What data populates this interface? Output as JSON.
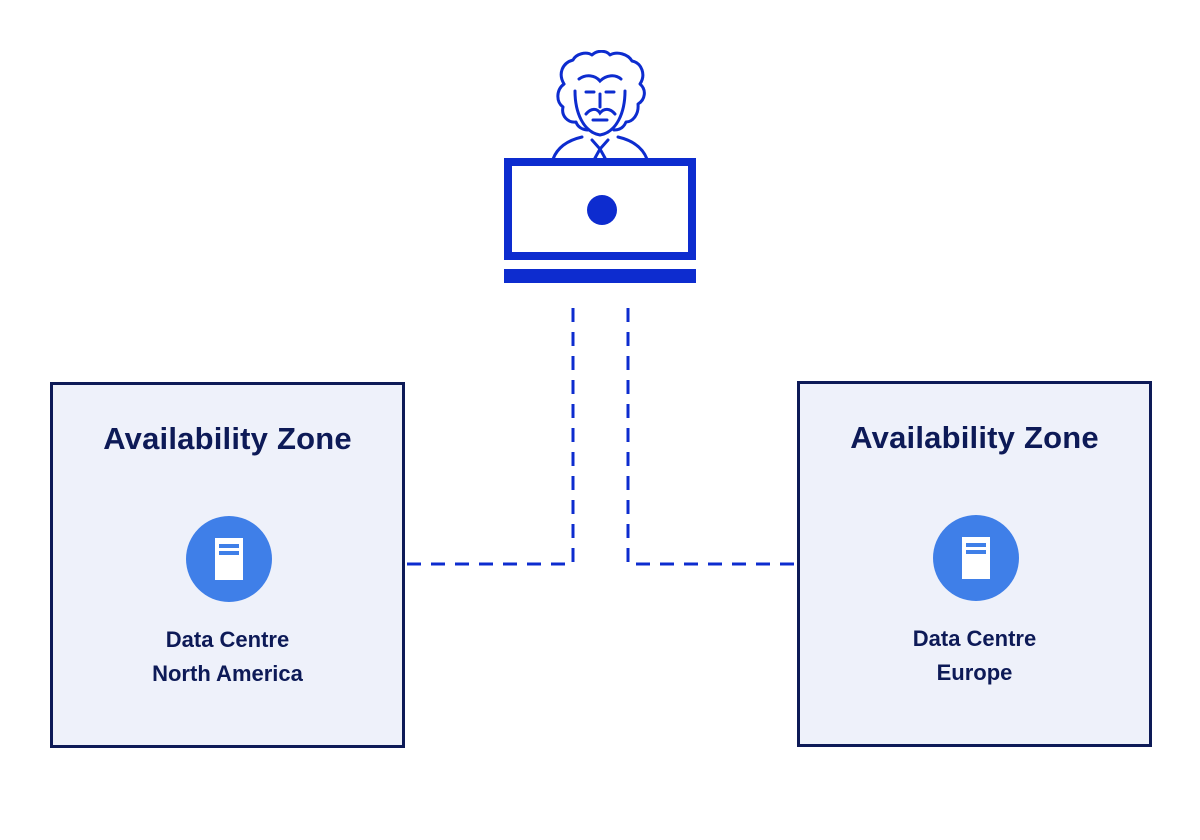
{
  "colors": {
    "accent": "#0d2ccf",
    "navy": "#0d1a57",
    "zone_fill": "#eef1fa",
    "server_circle": "#3f7fe8",
    "white": "#ffffff"
  },
  "icons": {
    "user": "scientist-avatar-icon",
    "device": "laptop-icon",
    "server": "server-icon"
  },
  "zones": [
    {
      "title": "Availability Zone",
      "label_line1": "Data Centre",
      "label_line2": "North America"
    },
    {
      "title": "Availability Zone",
      "label_line1": "Data Centre",
      "label_line2": "Europe"
    }
  ]
}
